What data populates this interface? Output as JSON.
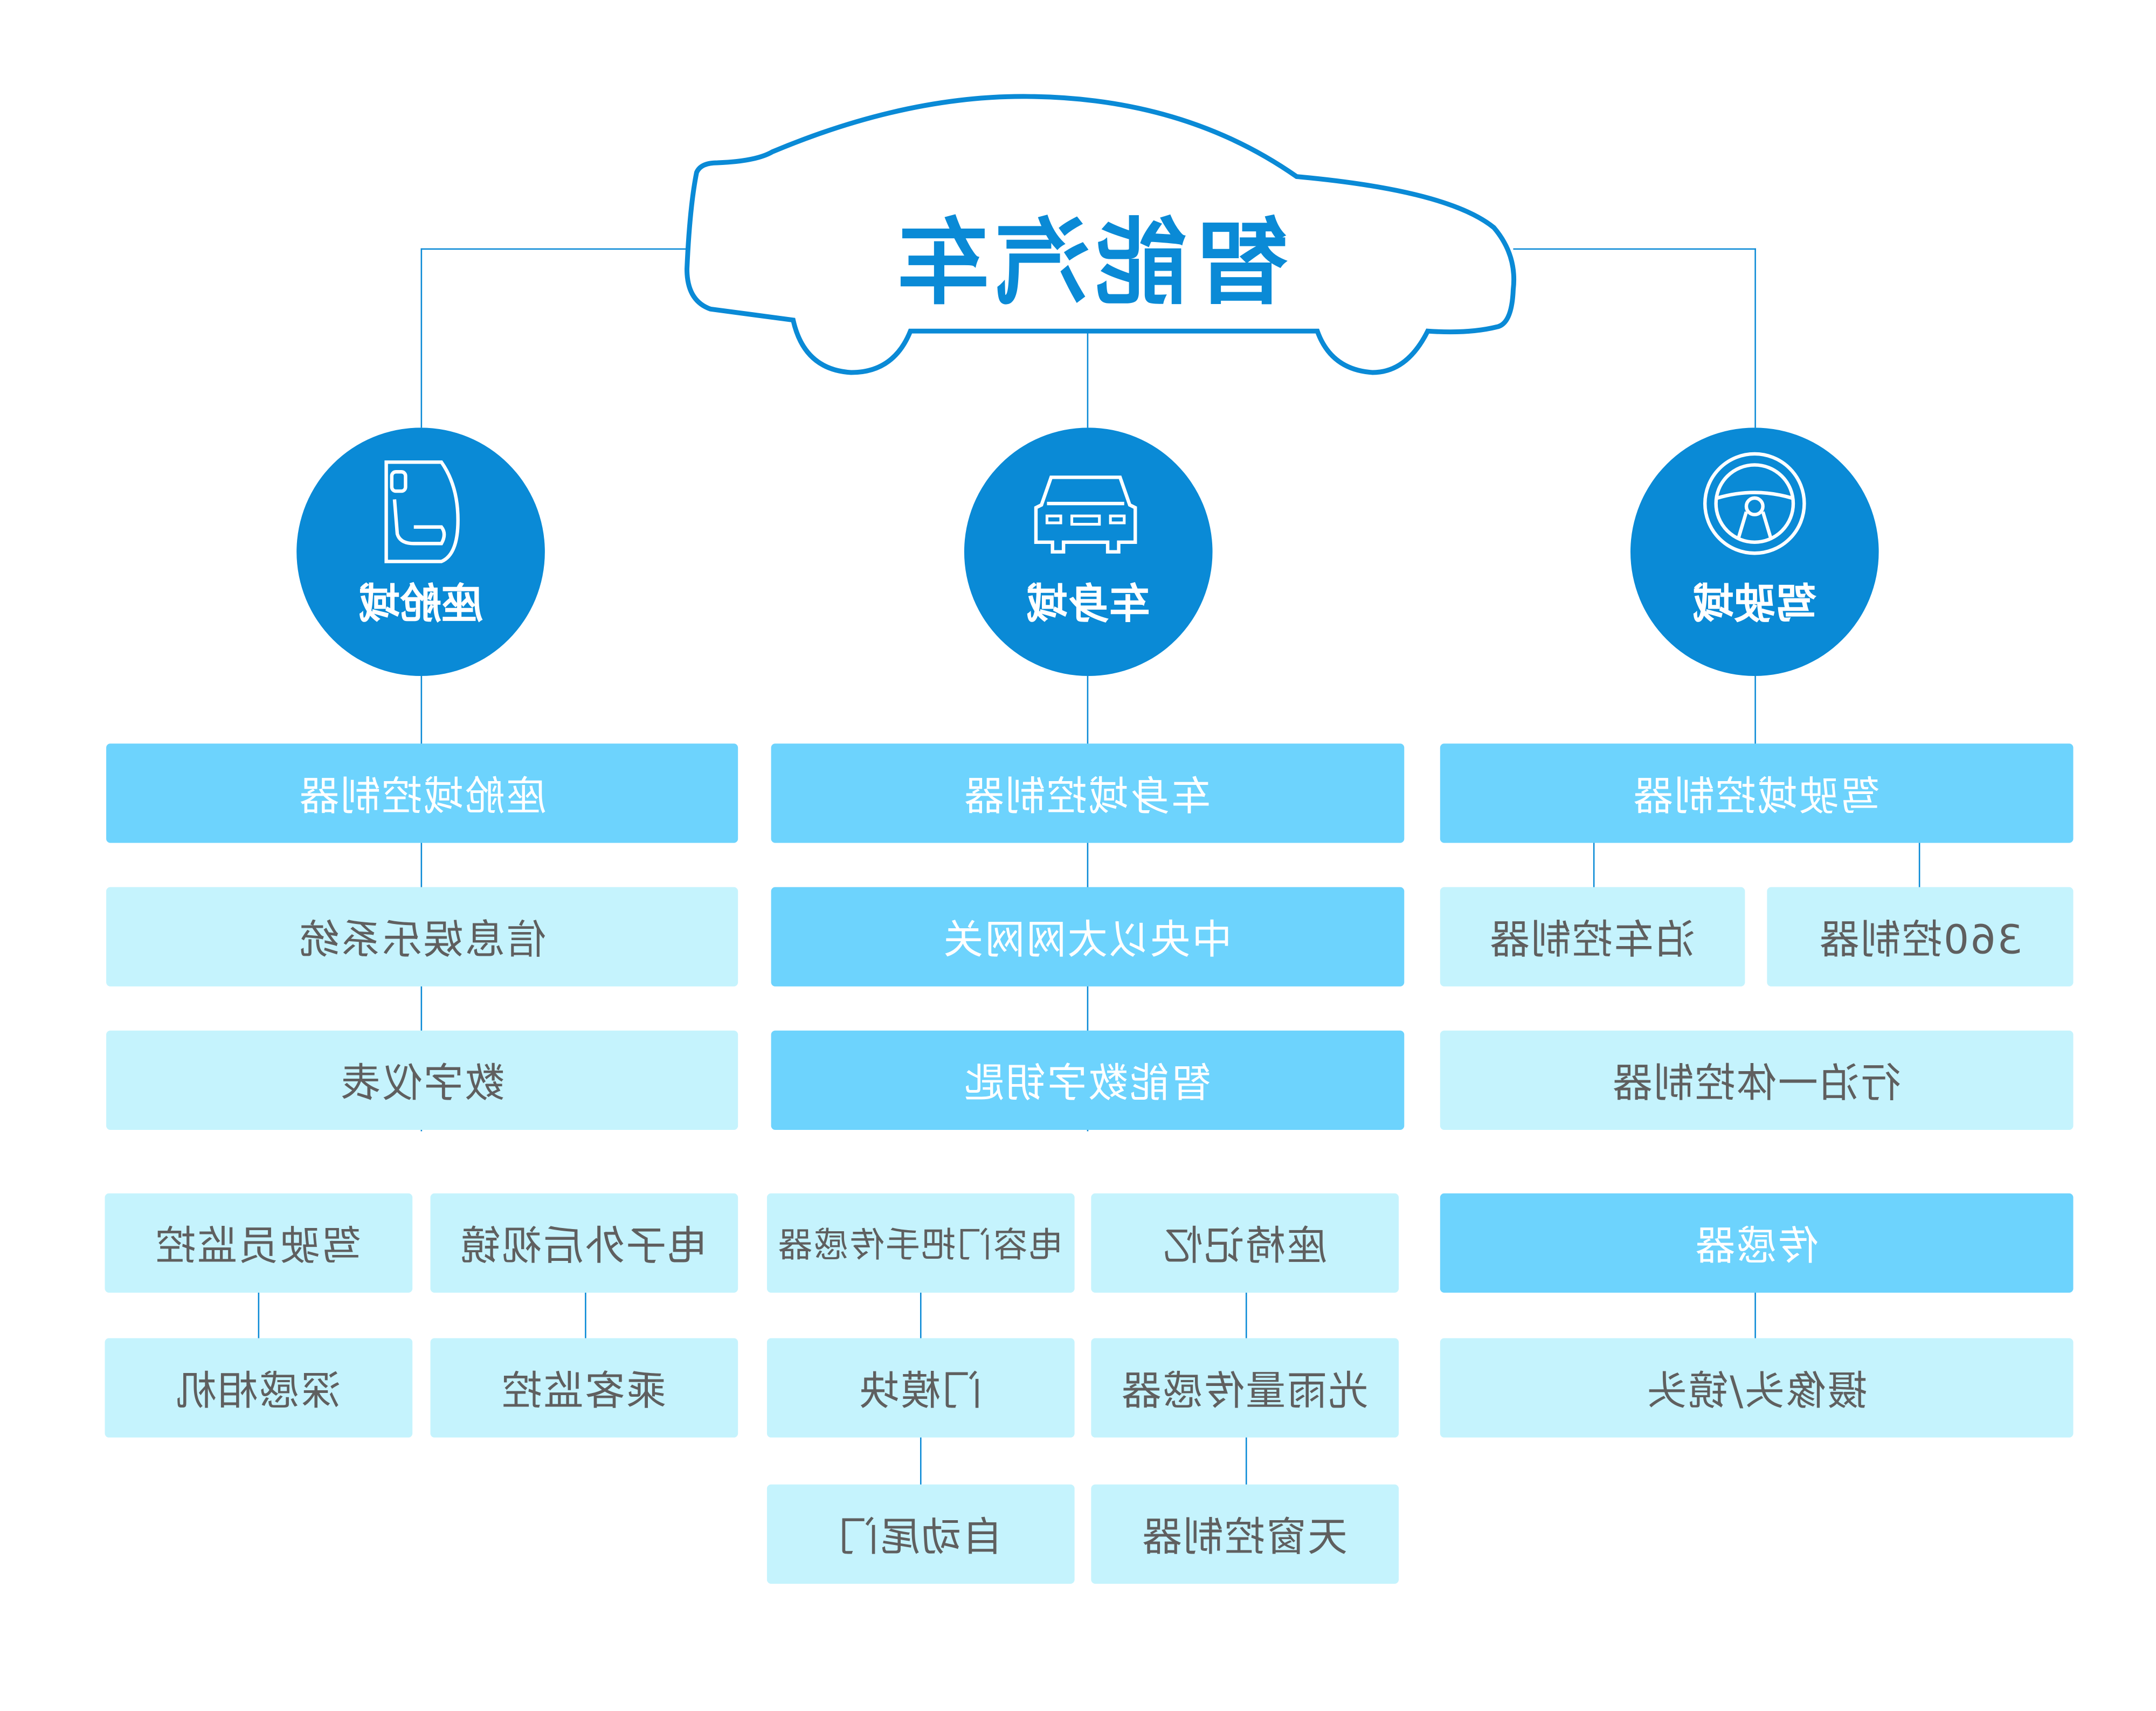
{
  "title": "智能汽车",
  "domains": [
    {
      "name": "座舱域",
      "icon": "seat-icon"
    },
    {
      "name": "车身域",
      "icon": "car-icon"
    },
    {
      "name": "驾驶域",
      "icon": "steering-wheel-icon"
    }
  ],
  "cockpit": {
    "controller": "座舱域控制器",
    "items": [
      "信息娱乐系统",
      "数字仪表",
      "驾驶员监控",
      "电子外后视镜",
      "深感相机",
      "乘客监控"
    ]
  },
  "body": {
    "controller": "车身域控制器",
    "items": [
      "中央以太网网关",
      "智能数字钥匙",
      "电容门把手传感器",
      "座椅记忆",
      "门模块",
      "光雨量传感器",
      "自动尾门",
      "天窗控制器"
    ]
  },
  "driving": {
    "controller": "驾驶域控制器",
    "items": [
      "泊车控制器",
      "360控制器",
      "行泊一体控制器",
      "传感器",
      "摄像头/镜头"
    ]
  },
  "colors": {
    "primary": "#0a8ad6",
    "box_dark": "#6dd3fd",
    "box_light": "#c5f3fd"
  }
}
